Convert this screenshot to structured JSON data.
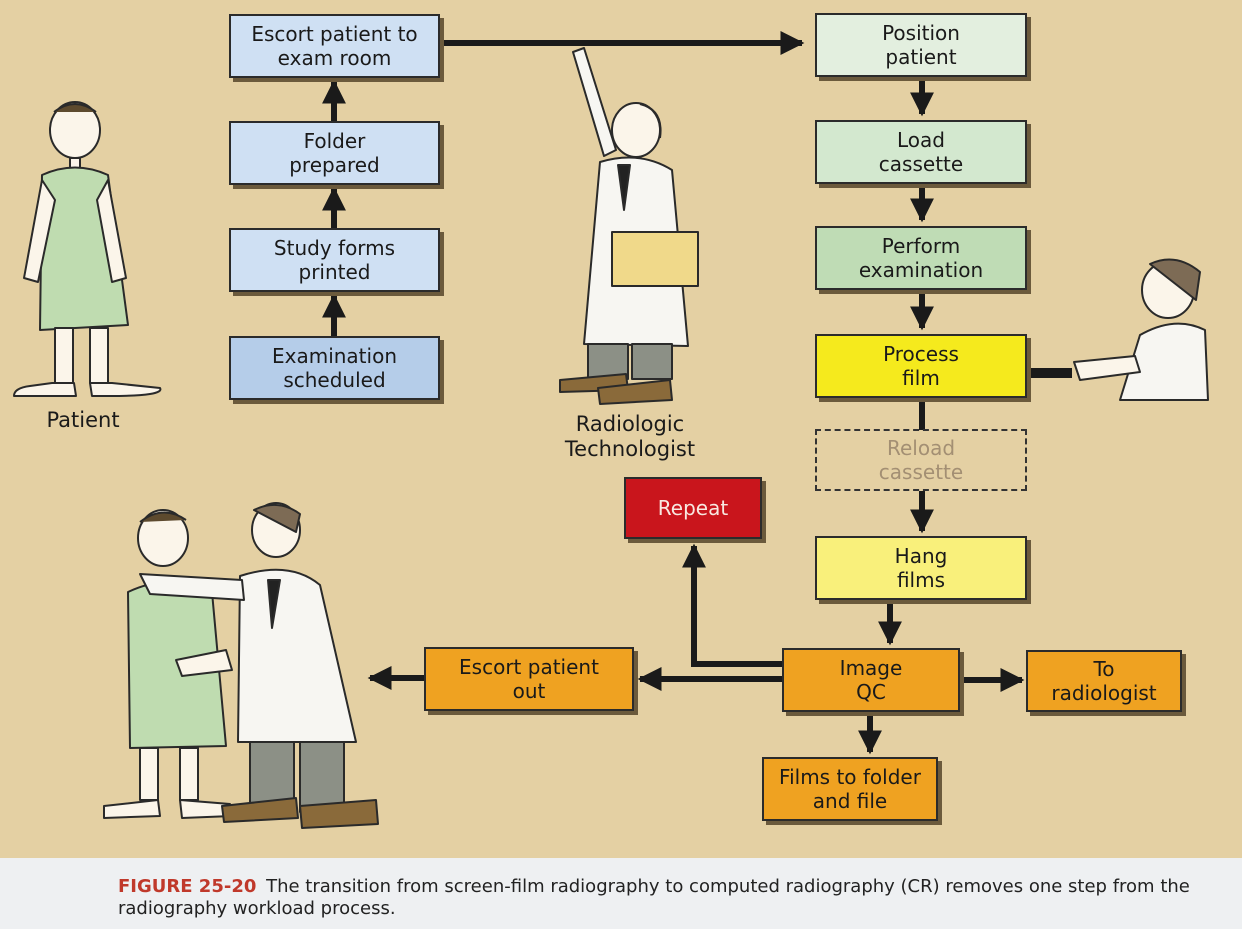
{
  "workflow": {
    "escort_to_exam": "Escort patient to\nexam room",
    "folder_prepared": "Folder\nprepared",
    "study_forms": "Study forms\nprinted",
    "exam_scheduled": "Examination\nscheduled",
    "position_patient": "Position\npatient",
    "load_cassette": "Load\ncassette",
    "perform_exam": "Perform\nexamination",
    "process_film": "Process\nfilm",
    "reload_cassette": "Reload\ncassette",
    "hang_films": "Hang\nfilms",
    "image_qc": "Image\nQC",
    "repeat": "Repeat",
    "escort_out": "Escort patient\nout",
    "to_radiologist": "To\nradiologist",
    "films_to_folder": "Films to folder\nand file"
  },
  "figures": {
    "patient_label": "Patient",
    "technologist_label": "Radiologic\nTechnologist"
  },
  "caption": {
    "figure_number": "FIGURE 25-20",
    "text": "The transition from screen-film radiography to computed radiography (CR) removes one step from the radiography workload process."
  }
}
